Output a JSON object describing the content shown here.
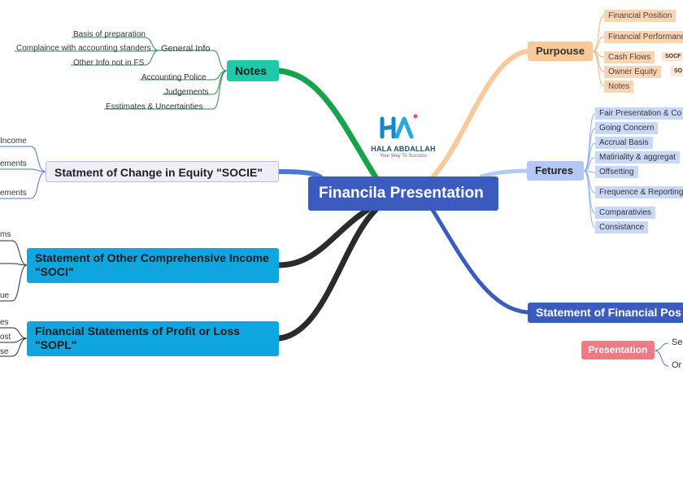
{
  "central": "Financila Presentation",
  "logo": {
    "name": "HALA ABDALLAH",
    "tagline": "Your Way To Success"
  },
  "notes": {
    "label": "Notes",
    "general_info": {
      "label": "General Info",
      "items": [
        "Basis of preparation",
        "Complaince with accounting standers",
        "Other Info not in FS"
      ]
    },
    "items": [
      "Accounting Police",
      "Judgements",
      "Esstimates & Uncertainties"
    ]
  },
  "socie": {
    "label": "Statment of Change in Equity \"SOCIE\"",
    "items": [
      "Income",
      "ements",
      "ements"
    ]
  },
  "soci": {
    "label": "Statement of Other Comprehensive Income \"SOCI\"",
    "items": [
      "ms",
      "ue"
    ]
  },
  "sopl": {
    "label": "Financial Statements of Profit or Loss \"SOPL\"",
    "items": [
      "es",
      "ost",
      "se"
    ]
  },
  "purpose": {
    "label": "Purpouse",
    "items": [
      "Financial Position",
      "Financial Performance",
      "Cash Flows",
      "Owner Equity",
      "Notes"
    ],
    "tags": [
      "SOCF",
      "SO"
    ]
  },
  "fetures": {
    "label": "Fetures",
    "items": [
      "Fair Presentation & Co",
      "Going Concern",
      "Accrual Basis",
      "Matiriality & aggregat",
      "Offsetting",
      "Frequence & Reporting",
      "Comparativies",
      "Consistance"
    ]
  },
  "sofp": {
    "label": "Statement of Financial Pos",
    "presentation": "Presentation",
    "items": [
      "Se",
      "Or"
    ]
  },
  "colors": {
    "central": "#3c5bbf",
    "notes": "#1fcaa8",
    "socie": "#edeef6",
    "soci": "#0fa6e0",
    "sopl": "#0fa6e0",
    "purpose": "#f9c99a",
    "fetures": "#b3c8f3",
    "sofp": "#3c5bbf",
    "presentation": "#ee7a86"
  }
}
